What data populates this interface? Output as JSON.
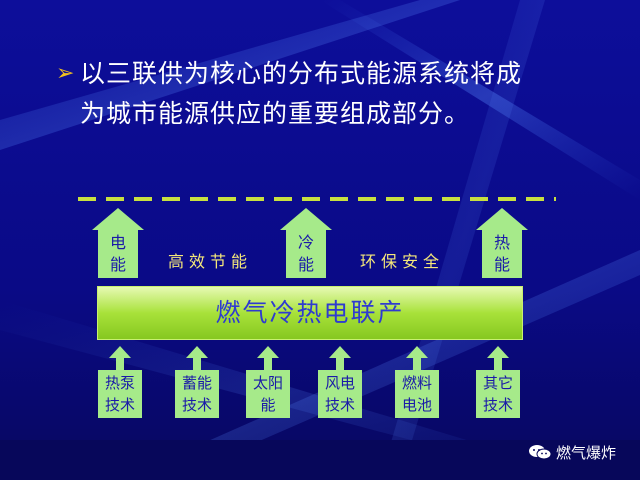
{
  "colors": {
    "background": "#0b0b8a",
    "bullet": "#f0c020",
    "arrow_fill": "#a6ea8a",
    "midlabel": "#f5e87a",
    "box_text": "#2f3bd0"
  },
  "bullet_icon": "chevron-right-icon",
  "heading": {
    "line1": "以三联供为核心的分布式能源系统将成",
    "line2": "为城市能源供应的重要组成部分。"
  },
  "outputs": [
    {
      "line1": "电",
      "line2": "能"
    },
    {
      "line1": "冷",
      "line2": "能"
    },
    {
      "line1": "热",
      "line2": "能"
    }
  ],
  "mid_labels": {
    "left": "高效节能",
    "right": "环保安全"
  },
  "center_box": "燃气冷热电联产",
  "sources": [
    {
      "line1": "热泵",
      "line2": "技术"
    },
    {
      "line1": "蓄能",
      "line2": "技术"
    },
    {
      "line1": "太阳",
      "line2": "能"
    },
    {
      "line1": "风电",
      "line2": "技术"
    },
    {
      "line1": "燃料",
      "line2": "电池"
    },
    {
      "line1": "其它",
      "line2": "技术"
    }
  ],
  "watermark": {
    "icon": "wechat-icon",
    "text": "燃气爆炸"
  }
}
